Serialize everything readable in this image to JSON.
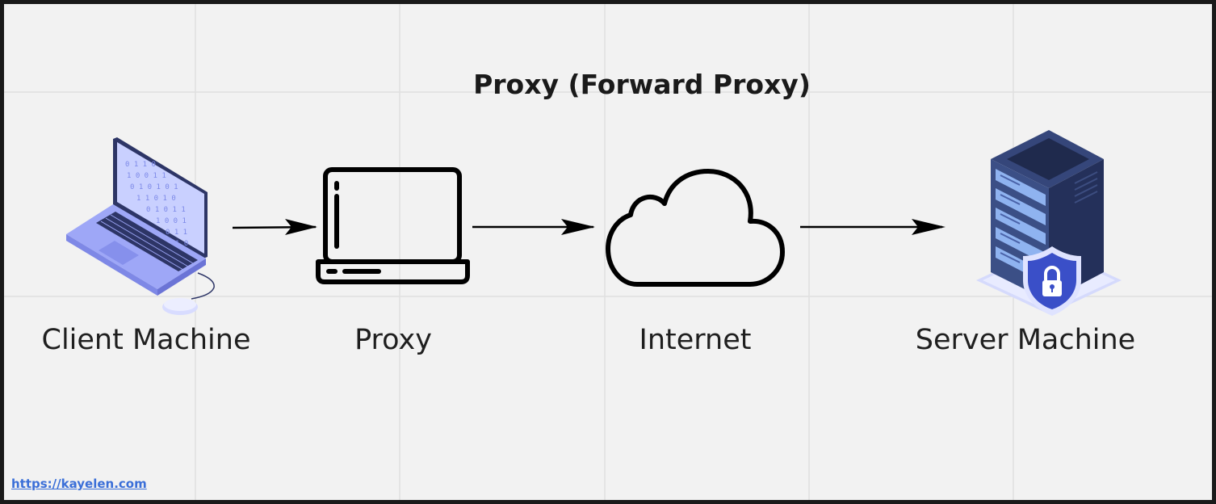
{
  "title": "Proxy (Forward Proxy)",
  "nodes": [
    {
      "label": "Client Machine",
      "icon": "laptop-icon"
    },
    {
      "label": "Proxy",
      "icon": "proxy-laptop-icon"
    },
    {
      "label": "Internet",
      "icon": "cloud-icon"
    },
    {
      "label": "Server Machine",
      "icon": "server-icon"
    }
  ],
  "edges": [
    {
      "from": "Client Machine",
      "to": "Proxy"
    },
    {
      "from": "Proxy",
      "to": "Internet"
    },
    {
      "from": "Internet",
      "to": "Server Machine"
    }
  ],
  "footer": {
    "link": "https://kayelen.com"
  },
  "colors": {
    "background": "#f2f2f2",
    "border": "#1a1a1a",
    "link": "#3b6fd8",
    "laptop": "#9aa3f5",
    "server": "#2b3a66",
    "shield": "#3a4fc8"
  }
}
